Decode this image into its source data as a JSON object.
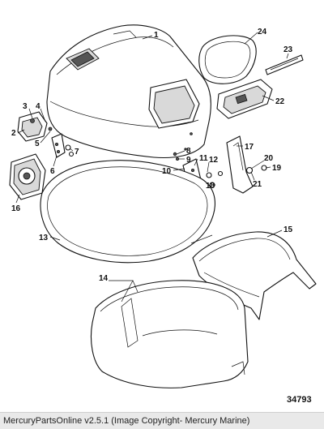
{
  "figure_number": "34793",
  "footer": "MercuryPartsOnline v2.5.1 (Image Copyright- Mercury Marine)",
  "callouts": [
    "1",
    "2",
    "3",
    "4",
    "5",
    "6",
    "7",
    "8",
    "9",
    "10",
    "11",
    "12",
    "13",
    "14",
    "15",
    "16",
    "17",
    "18",
    "19",
    "20",
    "21",
    "22",
    "23",
    "24"
  ]
}
